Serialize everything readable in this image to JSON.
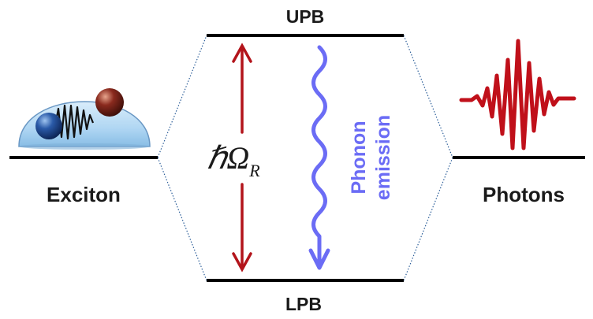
{
  "levels": {
    "upper_label": "UPB",
    "lower_label": "LPB"
  },
  "left_state": {
    "label": "Exciton",
    "icon": "exciton-spheres-icon"
  },
  "right_state": {
    "label": "Photons",
    "icon": "photon-wavepacket-icon"
  },
  "rabi_splitting": {
    "symbol": "ℏΩ",
    "subscript": "R",
    "arrow_color": "#b3141b"
  },
  "relaxation": {
    "line1": "Phonon",
    "line2": "emission",
    "color": "#6b6cf5"
  },
  "colors": {
    "level": "#000000",
    "connector": "#2d5f9a",
    "photon": "#c0101a",
    "exciton_dome": "#a9d3f2"
  }
}
